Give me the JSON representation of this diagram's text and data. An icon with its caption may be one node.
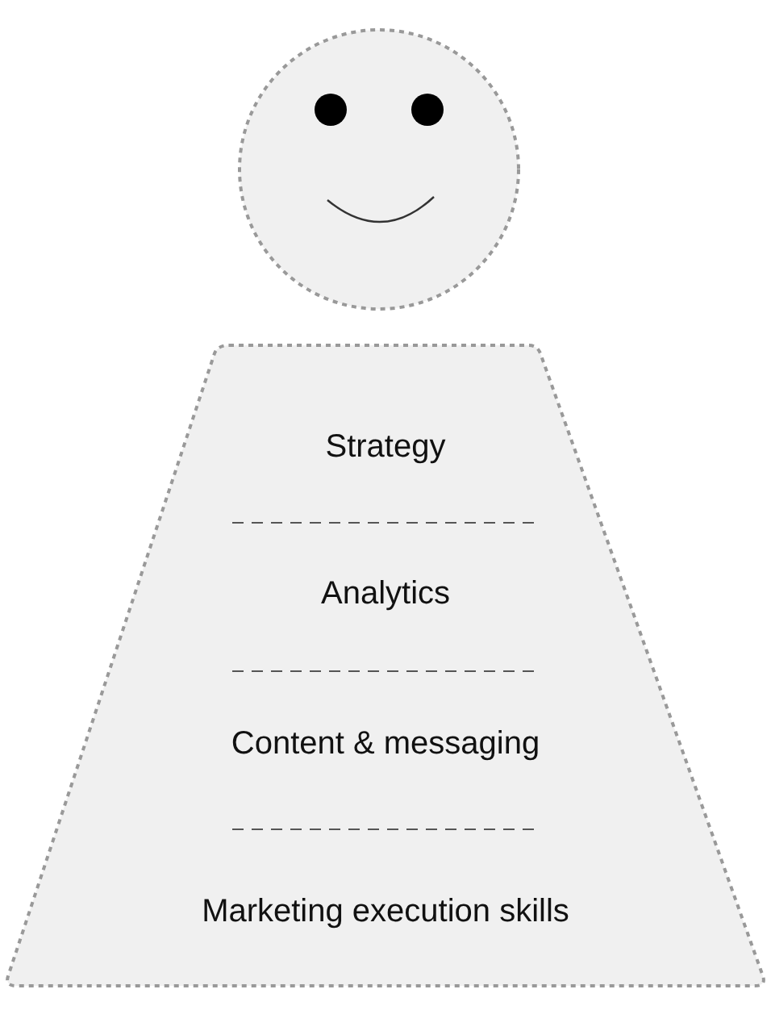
{
  "diagram": {
    "nodes": [
      {
        "text": [],
        "shape": "circle"
      },
      {
        "text": [
          "Strategy",
          "Analytics",
          "Content & messaging",
          "Marketing execution skills"
        ]
      }
    ]
  }
}
